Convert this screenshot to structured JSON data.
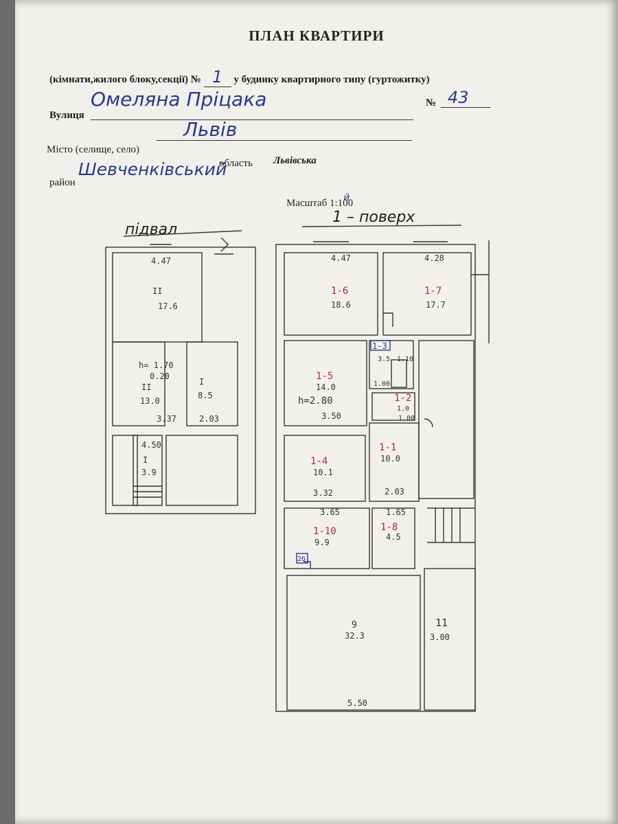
{
  "header": {
    "title": "ПЛАН КВАРТИРИ",
    "subtitle_prefix": "(кімнати,жилого блоку,секції) №",
    "subtitle_number": "1",
    "subtitle_suffix": "у будинку квартирного типу (гуртожитку)",
    "street_label": "Вулиця",
    "street_value": "Омеляна Пріцака",
    "house_no_label": "№",
    "house_no_value": "43",
    "city_label": "Місто (селище, село)",
    "city_value": "Львів",
    "district_label": "район",
    "district_value": "Шевченківський",
    "region_label": "область",
    "region_value": "Львівська",
    "scale_text": "Масштаб 1:100",
    "scale_note": "й"
  },
  "plans": {
    "basement_label": "підвал",
    "floor_label": "1 – поверх"
  },
  "basement_rooms": [
    {
      "num": "II",
      "area": "17.6"
    },
    {
      "num": "II",
      "area": "13.0"
    },
    {
      "num": "I",
      "area": "8.5"
    },
    {
      "num": "I",
      "area": "3.9"
    }
  ],
  "basement_annotations": {
    "height": "h= 1.70",
    "height2": "0.20",
    "dim_top": "4.47",
    "dim_mid1": "3.37",
    "dim_mid2": "2.03",
    "dim_small": "4.50"
  },
  "floor_rooms": [
    {
      "num": "1-6",
      "area": "18.6"
    },
    {
      "num": "1-7",
      "area": "17.7"
    },
    {
      "num": "1-3",
      "area": ""
    },
    {
      "num": "1-5",
      "area": "14.0"
    },
    {
      "num": "1-2",
      "area": "1.0"
    },
    {
      "num": "1-4",
      "area": "10.1"
    },
    {
      "num": "1-1",
      "area": "10.0"
    },
    {
      "num": "1-10",
      "area": "9.9"
    },
    {
      "num": "1-8",
      "area": "4.5"
    },
    {
      "num": "9",
      "area": "32.3"
    },
    {
      "num": "11",
      "area": "3.00"
    }
  ],
  "floor_annotations": {
    "height": "h=2.80",
    "dim_top1": "4.47",
    "dim_top2": "4.28",
    "dim_a": "3.50",
    "dim_b": "3.32",
    "dim_c": "2.03",
    "dim_d": "3.65",
    "dim_e": "1.65",
    "dim_bottom": "5.50",
    "dim_small1": "3.5",
    "dim_small2": "1.10",
    "dim_small3": "1.00",
    "dim_small4": "1.00",
    "boiler": "2б"
  }
}
